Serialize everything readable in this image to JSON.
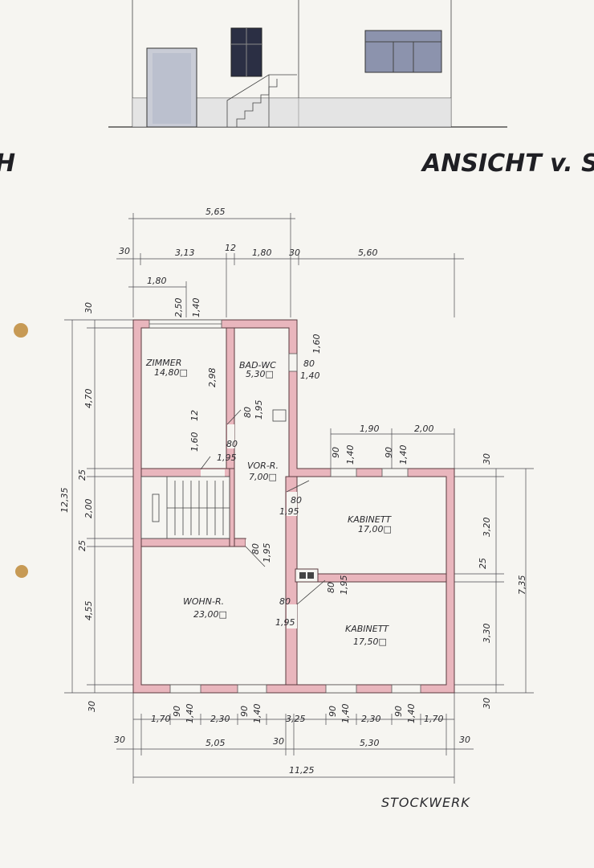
{
  "title_elevation": "ANSICHT v. S",
  "title_left_fragment": "H",
  "floor_label": "STOCKWERK",
  "rooms": [
    {
      "name": "ZIMMER",
      "area": "14,80□"
    },
    {
      "name": "BAD-WC",
      "area": "5,30□"
    },
    {
      "name": "VOR-R.",
      "area": "7,00□"
    },
    {
      "name": "KABINETT",
      "area": "17,00□"
    },
    {
      "name": "WOHN-R.",
      "area": "23,00□"
    },
    {
      "name": "KABINETT",
      "area": "17,50□"
    }
  ],
  "dimensions": {
    "top_overall": "5,65",
    "top_chain": [
      "30",
      "3,13",
      "12",
      "1,80",
      "30",
      "5,60"
    ],
    "top_sub": "1,80",
    "window_zimmer": [
      "2,50",
      "1,40"
    ],
    "zimmer_height": "2,98",
    "bad_window": [
      "80",
      "1,40",
      "1,60"
    ],
    "door_12": "12",
    "door_zimmer": [
      "1,60",
      "80",
      "1,95"
    ],
    "door_bad": [
      "80",
      "1,95"
    ],
    "kabinett_top_windows": [
      "90",
      "1,40",
      "1,90",
      "90",
      "1,40",
      "2,00"
    ],
    "vor_doors": [
      "80",
      "1,95",
      "80",
      "1,95"
    ],
    "left_chain": [
      "30",
      "4,70",
      "25",
      "2,00",
      "25",
      "4,55",
      "30"
    ],
    "left_overall": "12,35",
    "right_chain": [
      "30",
      "3,20",
      "25",
      "3,30",
      "30"
    ],
    "right_overall": "7,35",
    "wohn_door": [
      "80",
      "1,95"
    ],
    "kab2_door": [
      "80",
      "1,95"
    ],
    "bottom_chain": [
      "1,70",
      "90",
      "1,40",
      "2,30",
      "90",
      "1,40",
      "3,25",
      "90",
      "1,40",
      "2,30",
      "90",
      "1,40",
      "1,70"
    ],
    "bottom_chain2": [
      "30",
      "5,05",
      "30",
      "5,30",
      "30"
    ],
    "bottom_overall": "11,25"
  }
}
